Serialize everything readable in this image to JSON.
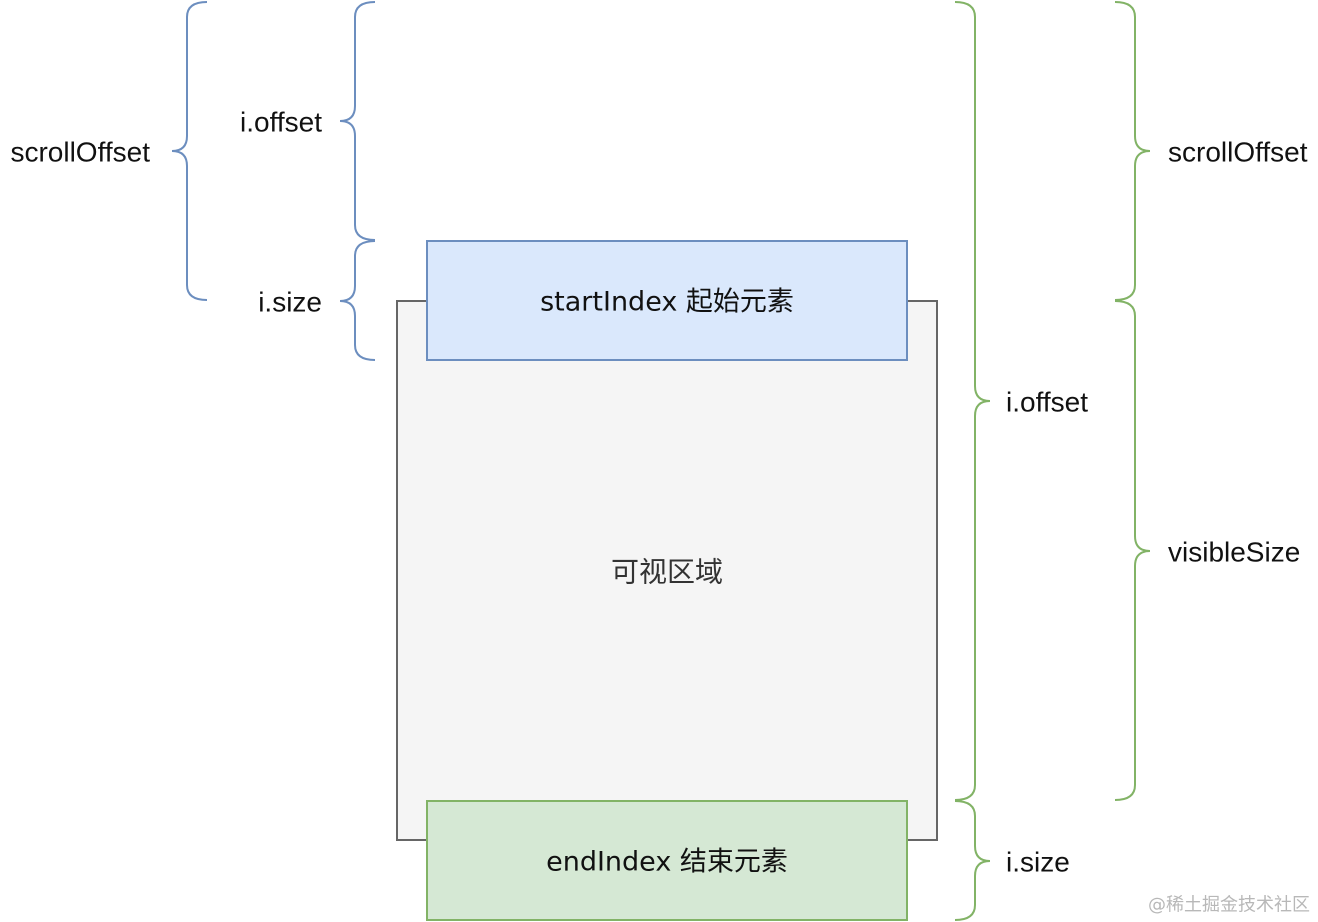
{
  "colors": {
    "left_brace": "#6c8ebf",
    "right_brace": "#82b366",
    "viewport_fill": "#f5f5f5",
    "viewport_stroke": "#666666",
    "start_fill": "#dae8fc",
    "start_stroke": "#6c8ebf",
    "end_fill": "#d5e8d4",
    "end_stroke": "#82b366"
  },
  "boxes": {
    "start": "startIndex 起始元素",
    "viewport": "可视区域",
    "end": "endIndex 结束元素"
  },
  "left_labels": {
    "scroll_offset": "scrollOffset",
    "item_offset": "i.offset",
    "item_size": "i.size"
  },
  "right_labels": {
    "scroll_offset": "scrollOffset",
    "visible_size": "visibleSize",
    "item_offset": "i.offset",
    "item_size": "i.size"
  },
  "watermark": "@稀土掘金技术社区"
}
